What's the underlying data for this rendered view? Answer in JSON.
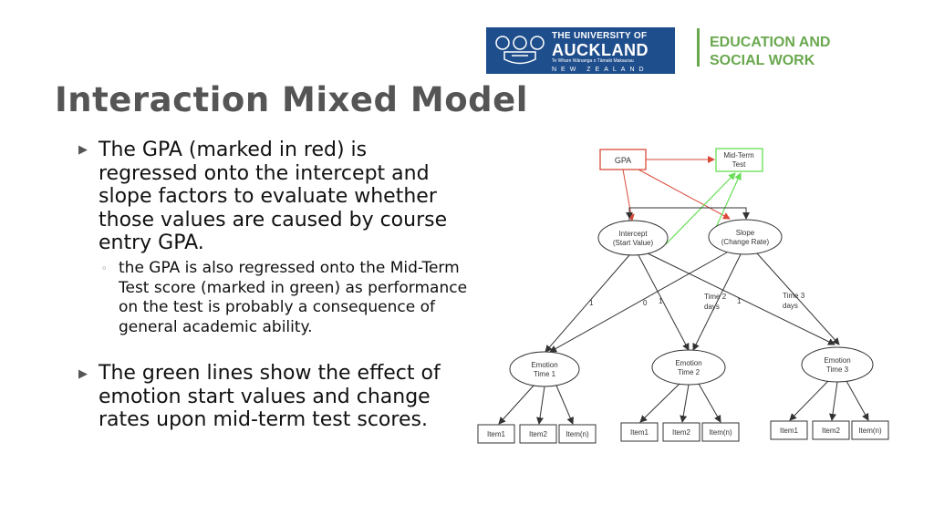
{
  "header": {
    "university_line1": "THE UNIVERSITY OF",
    "university_line2": "AUCKLAND",
    "university_line3": "Te Whare Wānanga o Tāmaki Makaurau",
    "university_line4": "NEW ZEALAND",
    "faculty_line1": "EDUCATION AND",
    "faculty_line2": "SOCIAL WORK",
    "brand_blue": "#1f4e8c",
    "faculty_green": "#6aa84f"
  },
  "slide": {
    "title": "Interaction Mixed Model",
    "bullets": [
      {
        "text": "The GPA (marked in red) is regressed onto the intercept and slope factors to evaluate whether those values are caused by course entry GPA.",
        "sub": "the GPA is also regressed onto the Mid-Term Test score (marked in green) as performance on the test is probably a consequence of general academic ability."
      },
      {
        "text": "The green lines show the effect of emotion start values and change rates upon mid-term test scores."
      }
    ]
  },
  "diagram": {
    "gpa": "GPA",
    "midterm1": "Mid-Term",
    "midterm2": "Test",
    "intercept1": "Intercept",
    "intercept2": "(Start Value)",
    "slope1": "Slope",
    "slope2": "(Change Rate)",
    "emotion_word": "Emotion",
    "time1": "Time 1",
    "time2": "Time 2",
    "time3": "Time 3",
    "loading_one_a": "1",
    "loading_zero": "0",
    "loading_one_b": "1",
    "loading_one_c": "1",
    "slope_time2_1": "Time 2",
    "slope_time2_2": "days",
    "slope_time3_1": "Time 3",
    "slope_time3_2": "days",
    "item1": "Item1",
    "item2": "Item2",
    "itemn": "Item(n)",
    "red": "#d94a3a",
    "green": "#66dd55"
  }
}
